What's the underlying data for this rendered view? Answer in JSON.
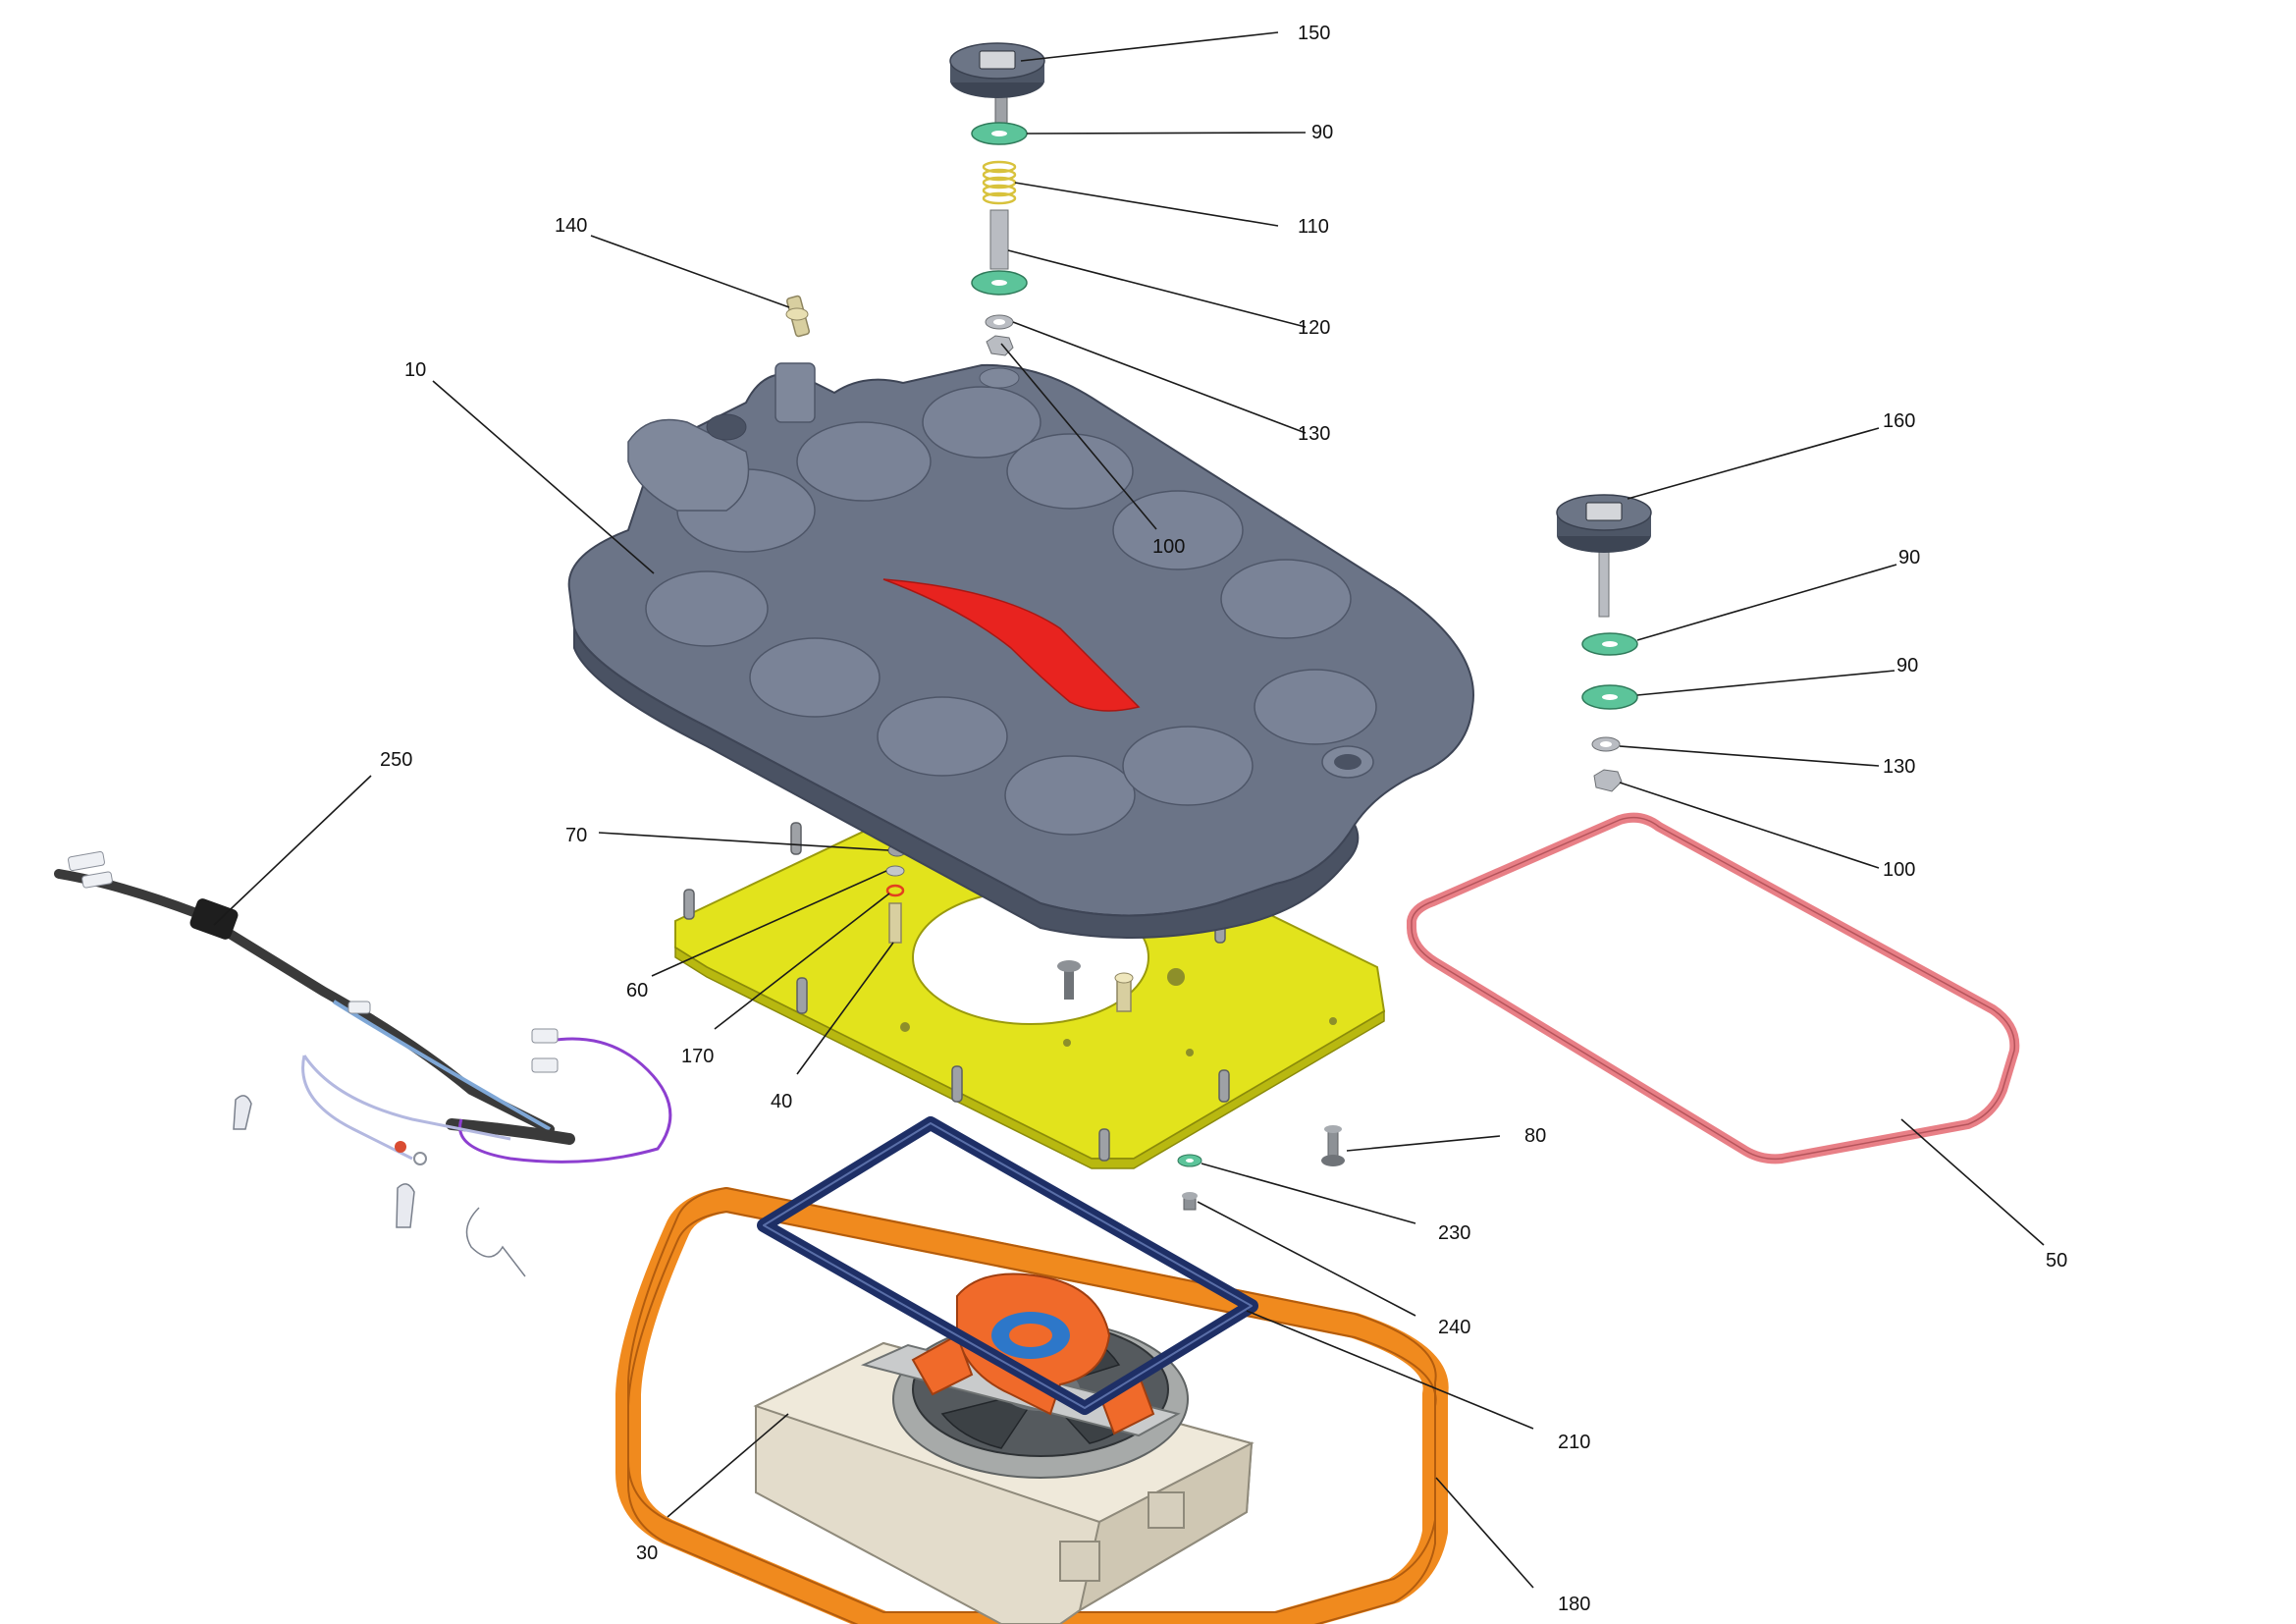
{
  "colors": {
    "tank": "#6b7487",
    "tank_dark": "#4a5263",
    "tank_light": "#8d96a9",
    "opening": "#e8231f",
    "plate": "#e2e31c",
    "plate_edge": "#b8b810",
    "washer_green": "#5cc49a",
    "washer_grey": "#b9bcc2",
    "spring": "#d8c23c",
    "knob": "#4d5666",
    "seal_pink": "#e87f86",
    "gasket_navy": "#1e2f66",
    "gasket_orange": "#f08a1e",
    "impeller_orange": "#f06a2a",
    "fan_grey": "#b5b7b8",
    "base_beige": "#e3dccb",
    "cable_dark": "#3a3a3a",
    "wire_purple": "#8d3fd0"
  },
  "callouts": [
    {
      "id": "c150",
      "label": "150",
      "part": "knob-top"
    },
    {
      "id": "c90a",
      "label": "90",
      "part": "washer-top"
    },
    {
      "id": "c110",
      "label": "110",
      "part": "spring"
    },
    {
      "id": "c120",
      "label": "120",
      "part": "washer-lower"
    },
    {
      "id": "c130a",
      "label": "130",
      "part": "small-washer"
    },
    {
      "id": "c140",
      "label": "140",
      "part": "fitting"
    },
    {
      "id": "c10",
      "label": "10",
      "part": "tank"
    },
    {
      "id": "c100a",
      "label": "100",
      "part": "nut"
    },
    {
      "id": "c160",
      "label": "160",
      "part": "knob-right"
    },
    {
      "id": "c90b",
      "label": "90",
      "part": "washer-right-1"
    },
    {
      "id": "c90c",
      "label": "90",
      "part": "washer-right-2"
    },
    {
      "id": "c130b",
      "label": "130",
      "part": "small-washer-right"
    },
    {
      "id": "c100b",
      "label": "100",
      "part": "nut-right"
    },
    {
      "id": "c250",
      "label": "250",
      "part": "cable"
    },
    {
      "id": "c70",
      "label": "70",
      "part": "nut-plate"
    },
    {
      "id": "c60",
      "label": "60",
      "part": "washer-plate"
    },
    {
      "id": "c170",
      "label": "170",
      "part": "o-ring"
    },
    {
      "id": "c40",
      "label": "40",
      "part": "stud"
    },
    {
      "id": "c80",
      "label": "80",
      "part": "screw"
    },
    {
      "id": "c230",
      "label": "230",
      "part": "washer-230"
    },
    {
      "id": "c240",
      "label": "240",
      "part": "bolt-240"
    },
    {
      "id": "c50",
      "label": "50",
      "part": "seal-pink"
    },
    {
      "id": "c210",
      "label": "210",
      "part": "gasket-navy"
    },
    {
      "id": "c30",
      "label": "30",
      "part": "fan-base"
    },
    {
      "id": "c180",
      "label": "180",
      "part": "gasket-orange"
    }
  ]
}
